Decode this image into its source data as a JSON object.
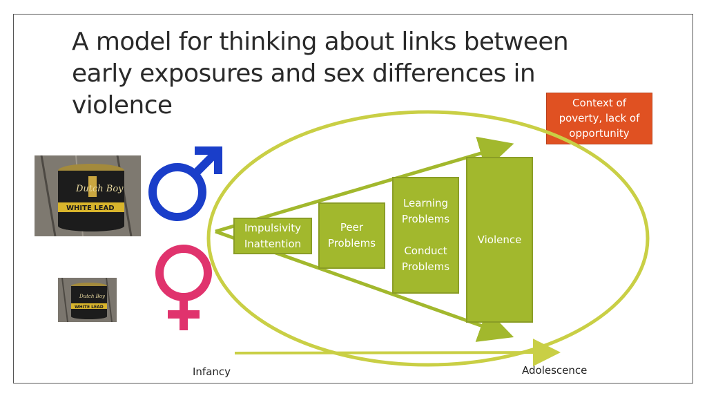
{
  "title_lines": [
    "A model for thinking about links between",
    "early exposures and sex differences in",
    "violence"
  ],
  "context_box": {
    "lines": [
      "Context of",
      "poverty, lack of",
      "opportunity"
    ],
    "color": "#e05122"
  },
  "boxes": {
    "impulsivity": [
      "Impulsivity",
      "Inattention"
    ],
    "peer": [
      "Peer",
      "Problems"
    ],
    "learning": [
      "Learning",
      "Problems",
      "",
      "Conduct",
      "Problems"
    ],
    "violence": [
      "Violence"
    ]
  },
  "timeline": {
    "start_label": "Infancy",
    "end_label": "Adolescence"
  },
  "symbols": {
    "male": "male-symbol-icon",
    "female": "female-symbol-icon"
  },
  "photos": {
    "large_text_lines": [
      "Dutch Boy",
      "WHITE LEAD"
    ],
    "small_text_lines": [
      "Dutch Boy",
      "WHITE LEAD"
    ]
  },
  "colors": {
    "box_green": "#a2b82d",
    "ellipse": "#c9cf45",
    "male_blue": "#1a3ec9",
    "female_pink": "#e0336d",
    "context_orange": "#e05122"
  }
}
